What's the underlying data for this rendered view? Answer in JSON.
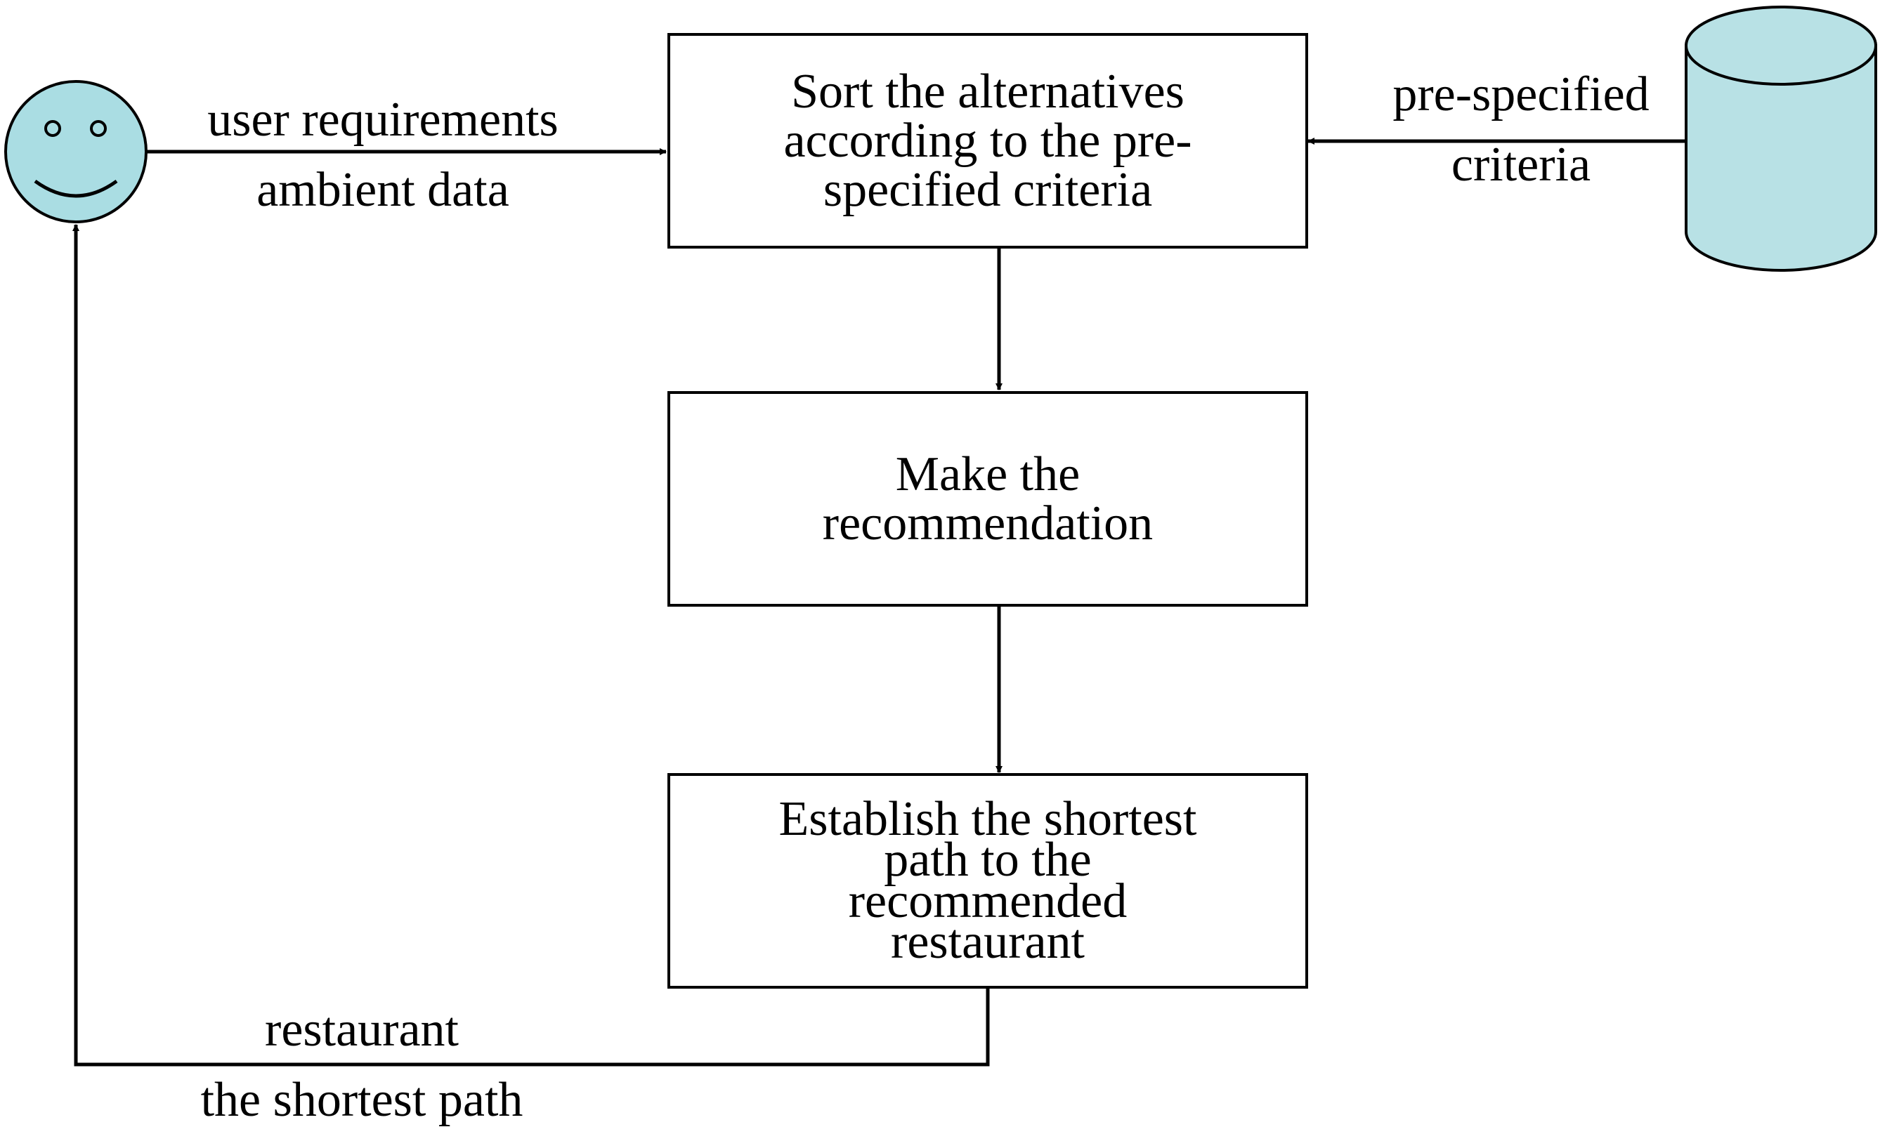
{
  "colors": {
    "actor_fill": "#aadde3",
    "database_fill": "#b8e1e5",
    "stroke": "#000000"
  },
  "actor": {
    "icon": "smiley-face-icon"
  },
  "database": {
    "icon": "database-cylinder-icon"
  },
  "steps": {
    "sort": "Sort the alternatives\naccording to the pre-\nspecified criteria",
    "recommend": "Make the\nrecommendation",
    "path": "Establish the shortest\npath to the\nrecommended\nrestaurant"
  },
  "edges": {
    "input_line1": "user requirements",
    "input_line2": "ambient data",
    "criteria_line1": "pre-specified",
    "criteria_line2": "criteria",
    "output_line1": "restaurant",
    "output_line2": "the shortest path"
  }
}
